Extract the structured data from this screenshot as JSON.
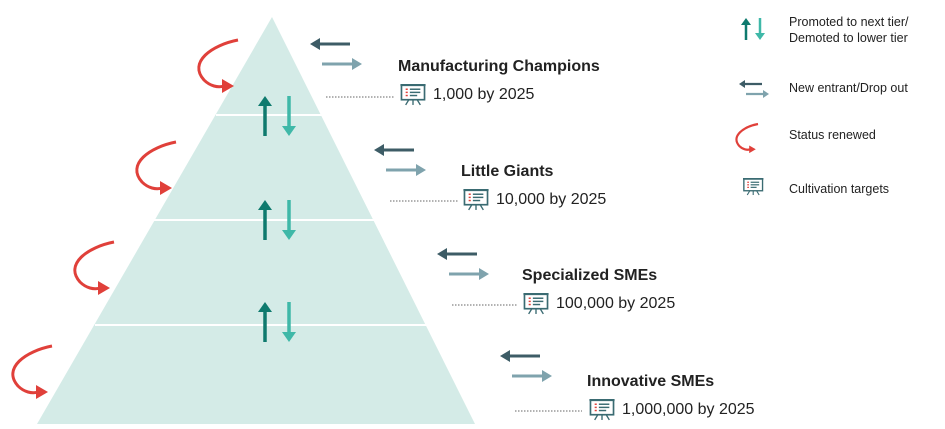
{
  "tiers": [
    {
      "name": "Manufacturing Champions",
      "target": "1,000 by 2025"
    },
    {
      "name": "Little Giants",
      "target": "10,000 by 2025"
    },
    {
      "name": "Specialized SMEs",
      "target": "100,000 by 2025"
    },
    {
      "name": "Innovative SMEs",
      "target": "1,000,000 by 2025"
    }
  ],
  "legend": {
    "promoted_demoted_line1": "Promoted to next tier/",
    "promoted_demoted_line2": "Demoted to lower tier",
    "entrant_dropout": "New entrant/Drop out",
    "status_renewed": "Status renewed",
    "cultivation_targets": "Cultivation targets"
  },
  "icons": {
    "up_down_arrows": "promote-demote-icon",
    "left_right_arrows": "entrant-dropout-icon",
    "curved_arrow": "status-renewed-icon",
    "board": "cultivation-target-icon"
  },
  "colors": {
    "pyramid_fill": "#d4ebe7",
    "divider": "#ffffff",
    "teal_dark": "#0e7a6e",
    "teal_light": "#3fb8a8",
    "arrow_dark": "#3d5c66",
    "arrow_light": "#7fa3ad",
    "renew_red": "#e0403a",
    "board_color": "#3a6b72"
  }
}
